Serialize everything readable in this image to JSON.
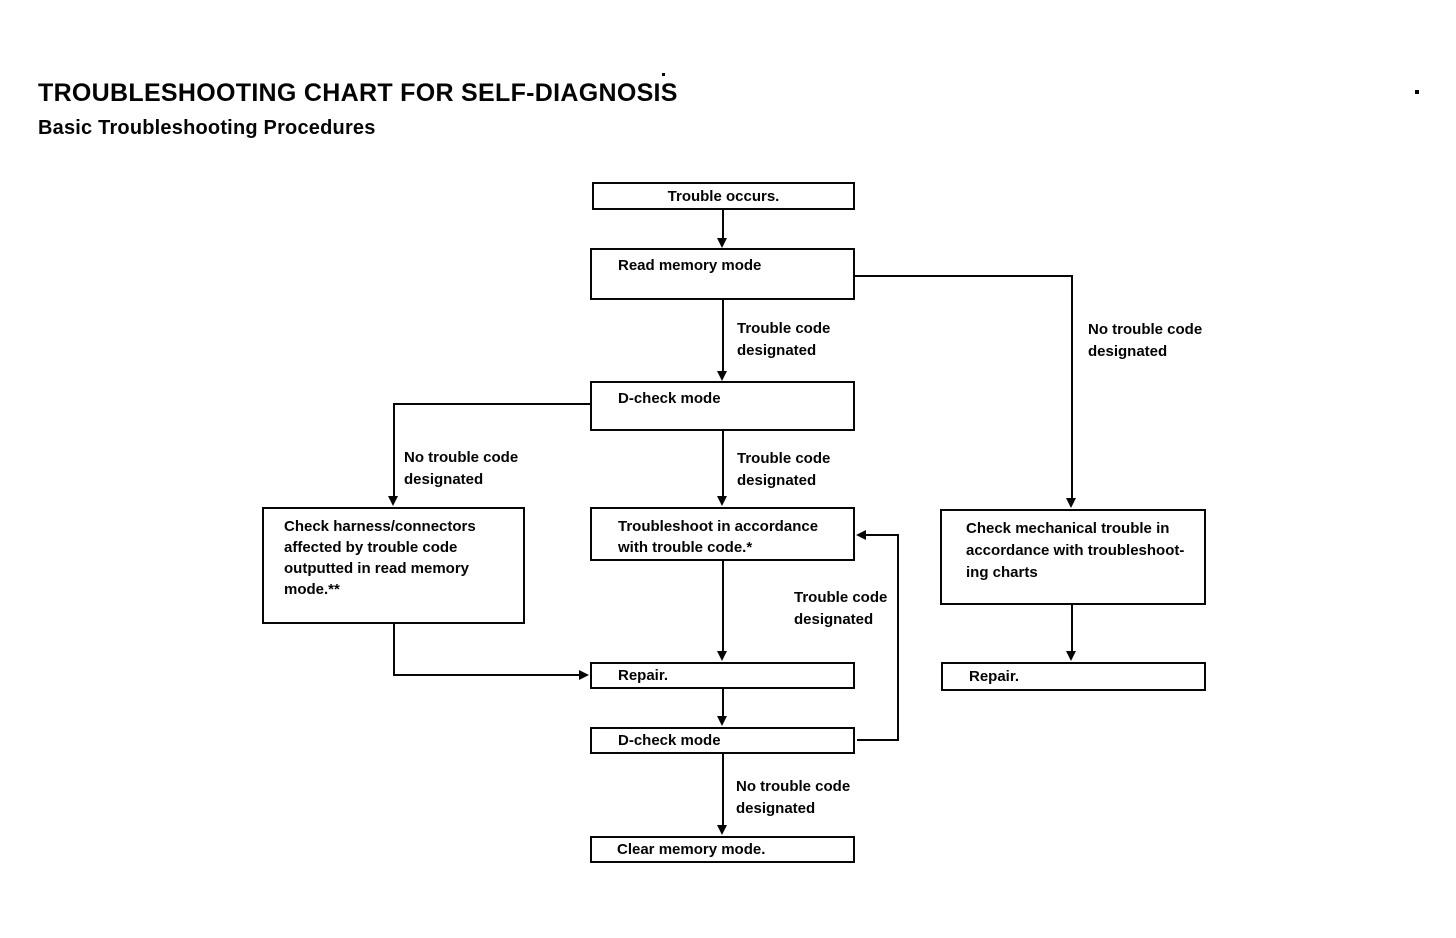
{
  "page": {
    "title": "TROUBLESHOOTING CHART FOR SELF-DIAGNOSIS",
    "subtitle": "Basic Troubleshooting Procedures",
    "ink_color": "#060606",
    "paper_color": "#ffffff"
  },
  "flowchart": {
    "nodes": {
      "trouble_occurs": "Trouble occurs.",
      "read_memory_mode": "Read memory mode",
      "d_check_mode_1": "D-check mode",
      "check_harness": "Check harness/connectors\naffected by trouble code\noutputted in read memory\nmode.**",
      "troubleshoot": "Troubleshoot in accordance\nwith trouble code.*",
      "check_mechanical": "Check mechanical trouble in\naccordance with troubleshoot-\ning charts",
      "repair_center": "Repair.",
      "repair_right": "Repair.",
      "d_check_mode_2": "D-check mode",
      "clear_memory_mode": "Clear memory mode."
    },
    "edge_labels": {
      "read_to_dcheck": "Trouble code\ndesignated",
      "read_to_mechanical": "No trouble code\ndesignated",
      "dcheck_to_harness": "No trouble code\ndesignated",
      "dcheck_to_troubleshoot": "Trouble code\ndesignated",
      "dcheck2_to_troubleshoot": "Trouble code\ndesignated",
      "dcheck2_to_clear": "No trouble code\ndesignated"
    }
  }
}
